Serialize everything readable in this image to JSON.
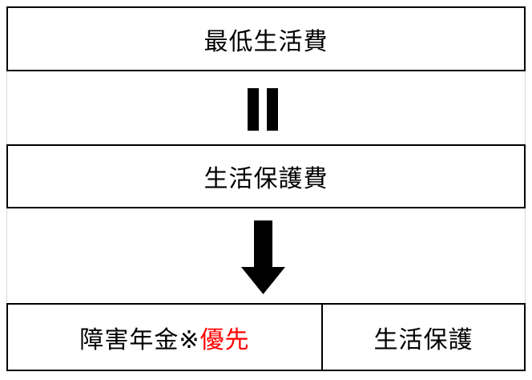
{
  "boxes": {
    "minimum_cost_of_living": "最低生活費",
    "welfare_cost": "生活保護費",
    "disability_pension": "障害年金※",
    "priority": "優先",
    "welfare": "生活保護"
  },
  "colors": {
    "border": "#000000",
    "priority_text": "#ff0000",
    "guide_lines": "#d9d9d9"
  },
  "icons": {
    "relation_1": "equals-sign-icon",
    "relation_2": "down-arrow-icon"
  }
}
